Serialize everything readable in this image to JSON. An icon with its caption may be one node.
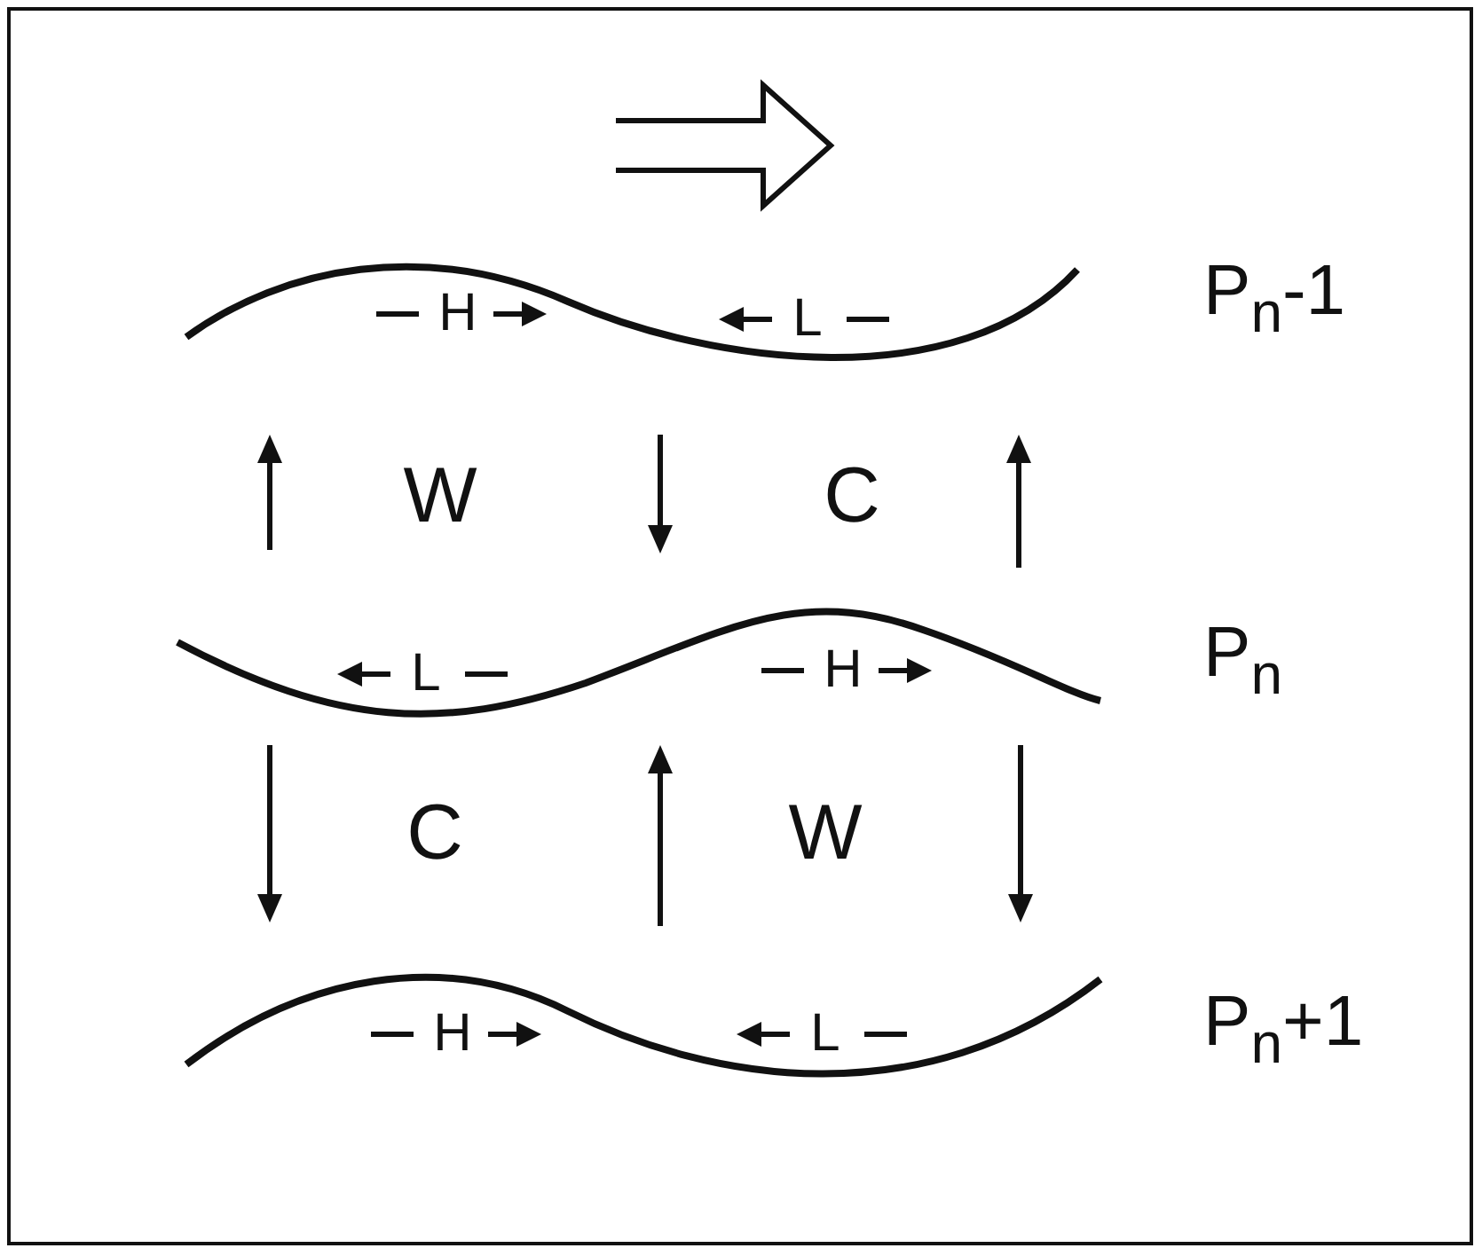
{
  "diagram": {
    "labels": [
      "H",
      "L",
      "P$_{n}$-1",
      "W",
      "C",
      "L",
      "H",
      "P$_{n}$",
      "C",
      "W",
      "H",
      "L",
      "P$_{n}$+1"
    ]
  }
}
